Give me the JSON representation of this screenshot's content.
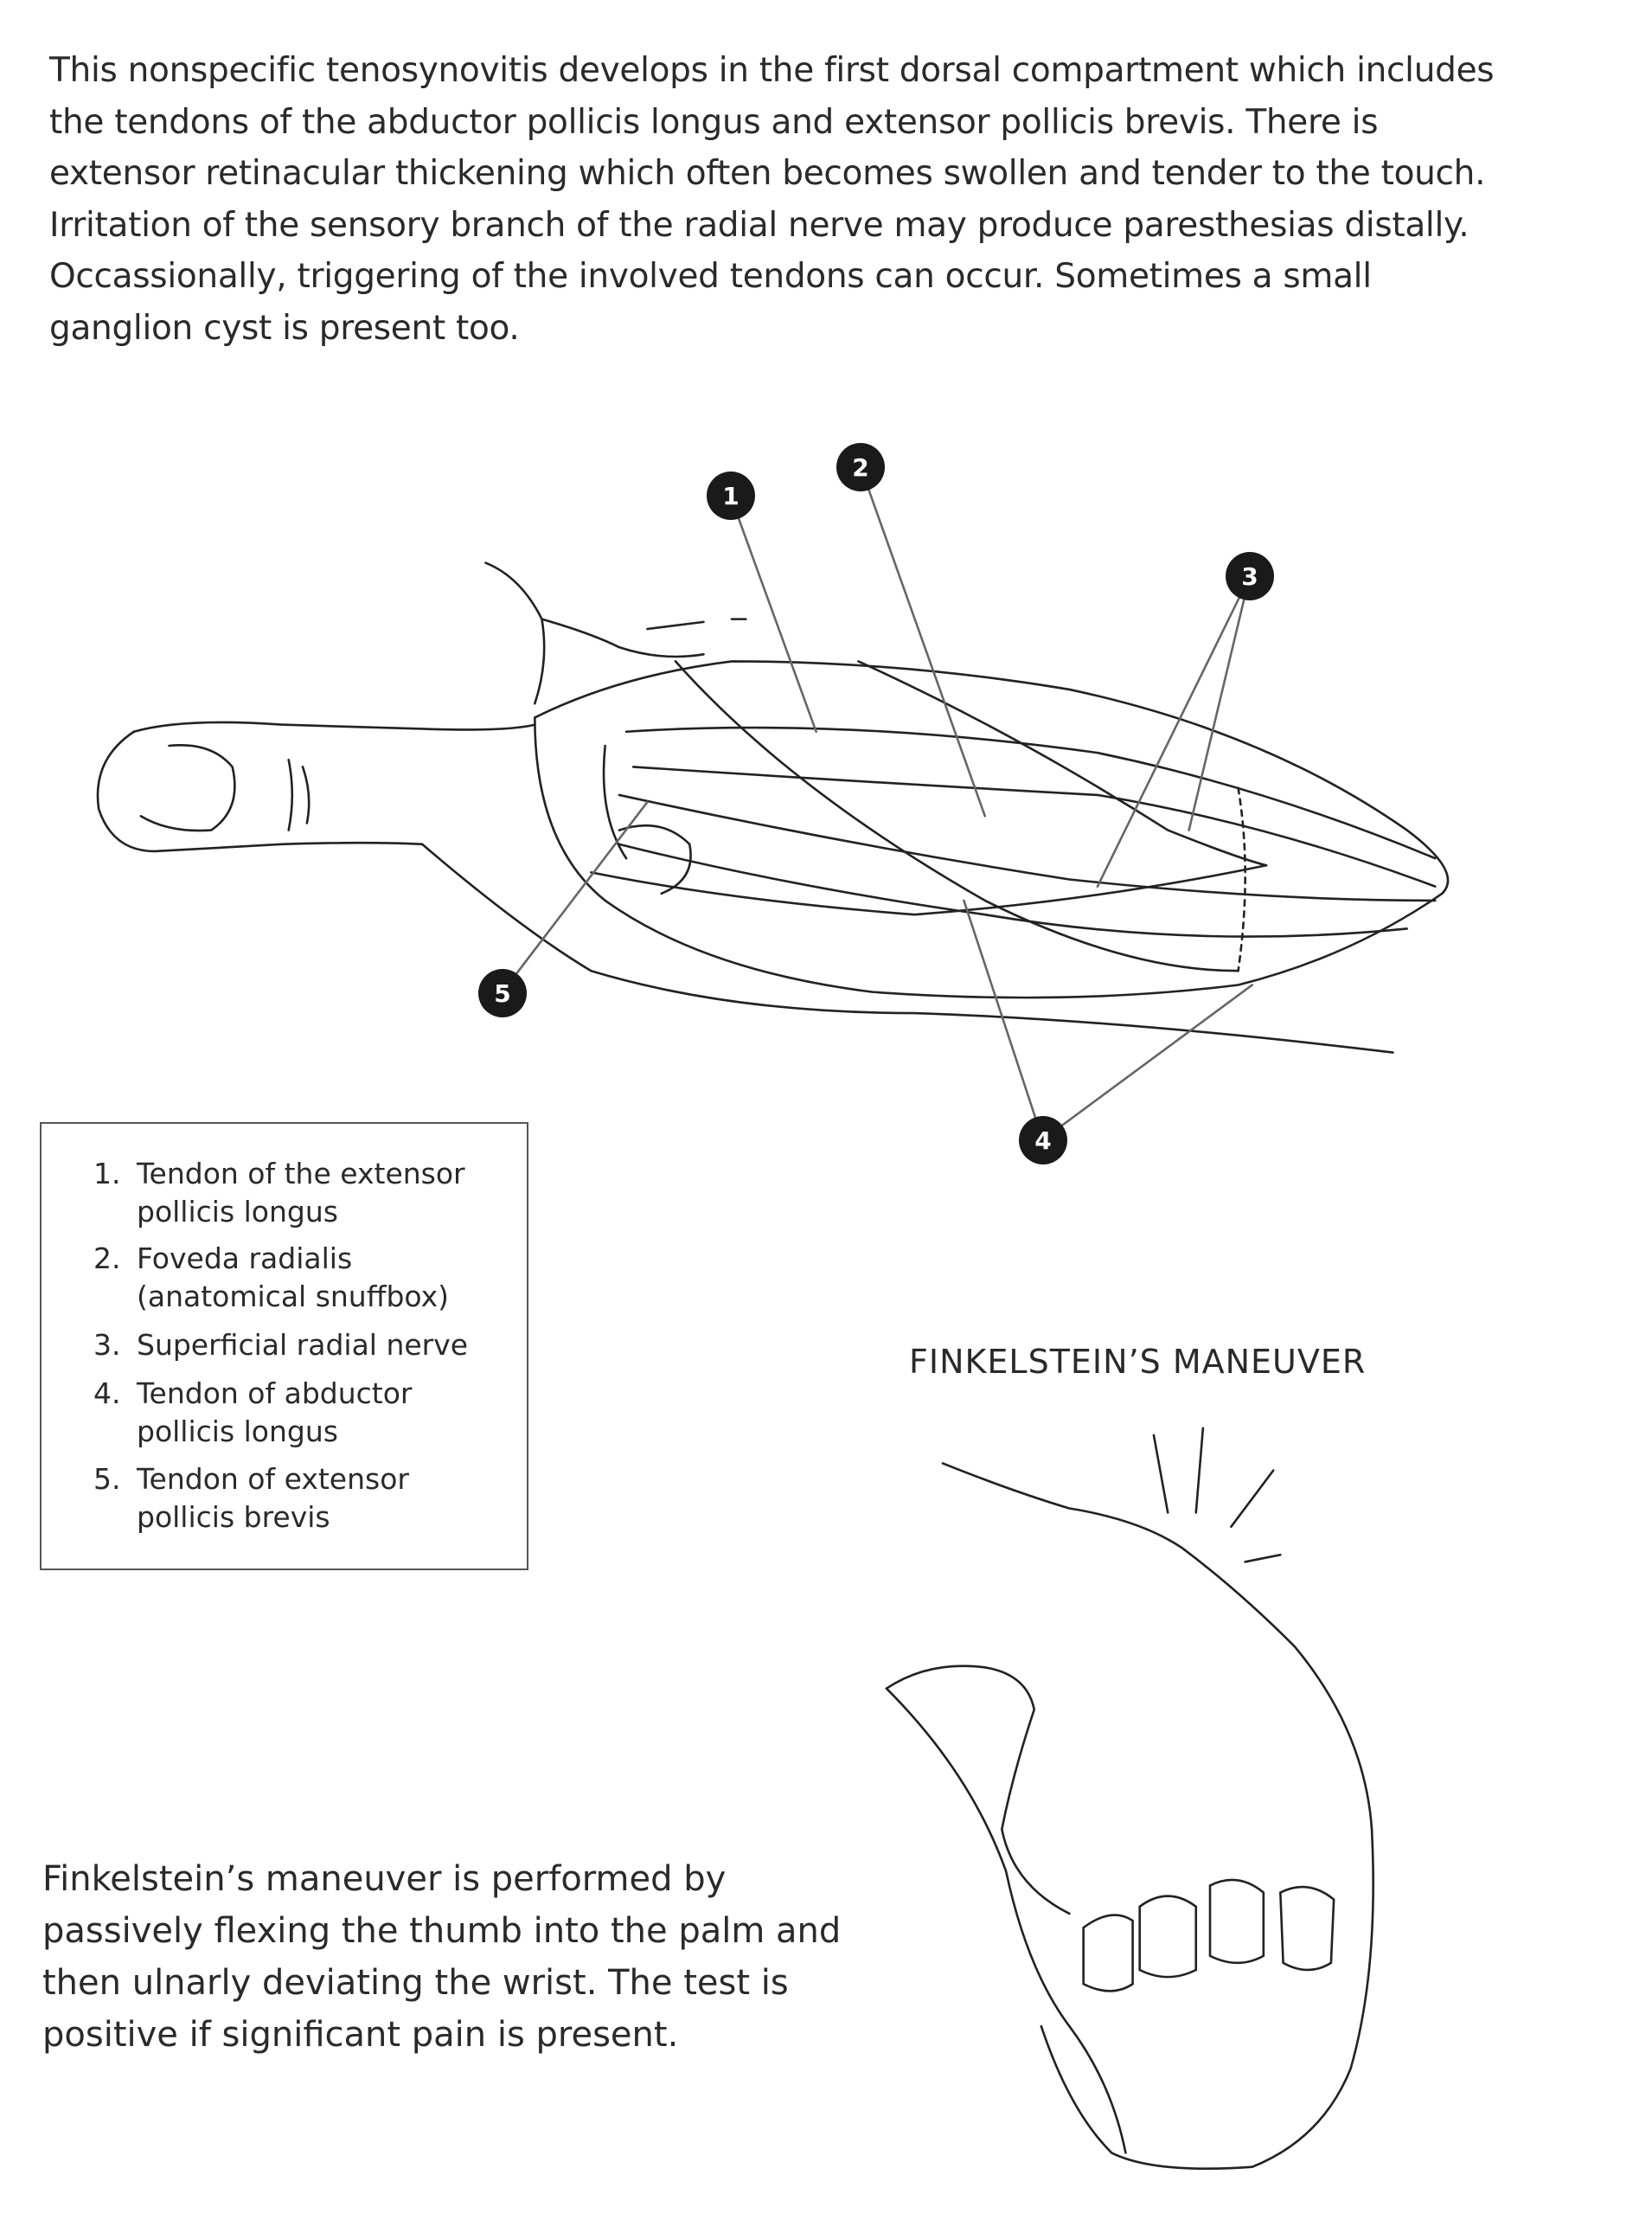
{
  "intro": {
    "lines": [
      "This nonspecific tenosynovitis develops in the first dorsal compartment which includes",
      "the tendons of the abductor pollicis longus and extensor pollicis brevis. There is",
      "extensor retinacular thickening which often becomes swollen and tender to the touch.",
      "Irritation of the sensory branch of the radial nerve may produce paresthesias distally.",
      "Occassionally, triggering of the involved tendons can occur. Sometimes a small",
      "ganglion cyst is present too."
    ]
  },
  "diagram": {
    "callouts": [
      "1",
      "2",
      "3",
      "4",
      "5"
    ]
  },
  "legend": {
    "items": [
      {
        "num": "1.",
        "lines": [
          "Tendon of the extensor",
          "pollicis longus"
        ]
      },
      {
        "num": "2.",
        "lines": [
          "Foveda radialis",
          "(anatomical snuffbox)"
        ]
      },
      {
        "num": "3.",
        "lines": [
          "Superficial radial nerve"
        ]
      },
      {
        "num": "4.",
        "lines": [
          "Tendon of abductor",
          "pollicis longus"
        ]
      },
      {
        "num": "5.",
        "lines": [
          "Tendon of extensor",
          "pollicis brevis"
        ]
      }
    ]
  },
  "finkelstein": {
    "title": "FINKELSTEIN’S MANEUVER",
    "lines": [
      "Finkelstein’s maneuver is performed by",
      "passively flexing the thumb into the palm and",
      "then ulnarly deviating the wrist. The test is",
      "positive if significant pain is present."
    ]
  }
}
